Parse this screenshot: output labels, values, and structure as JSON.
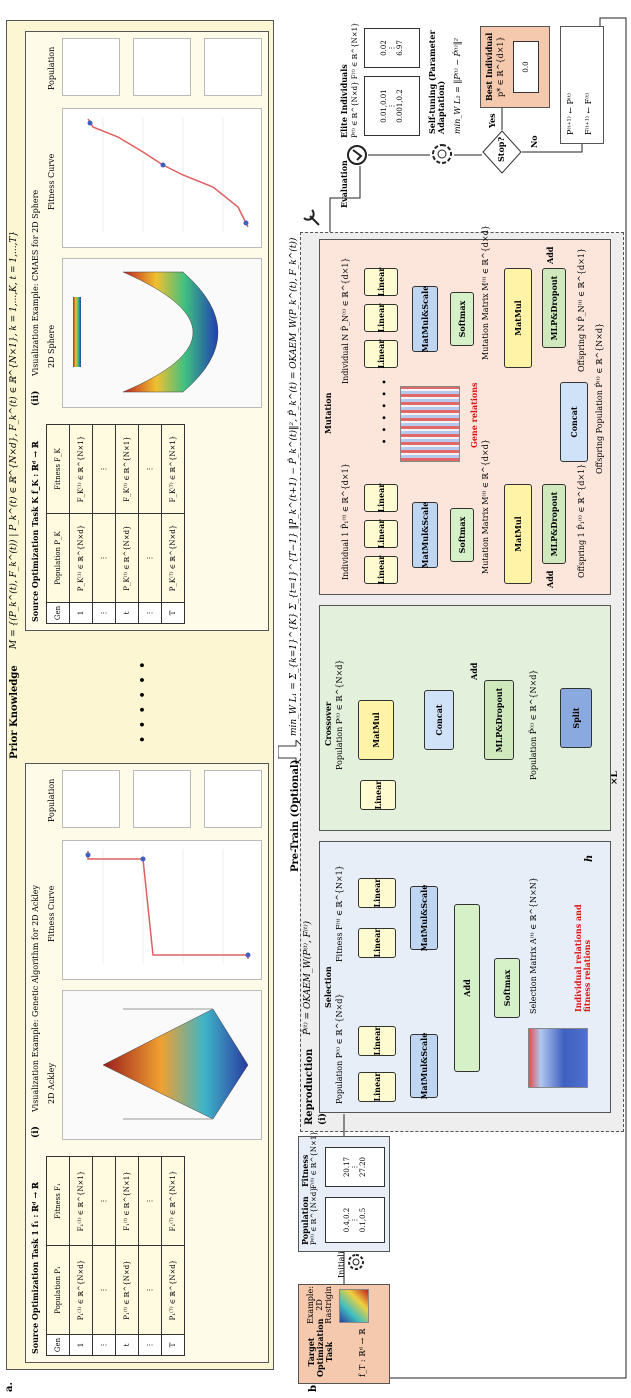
{
  "panel_labels": {
    "a": "a.",
    "b": "b."
  },
  "prior": {
    "title": "Prior Knowledge",
    "formula": "M = {(P_k^(t), F_k^(t)) | P_k^(t) ∈ ℝ^{N×d}, F_k^(t) ∈ ℝ^{N×1}, k = 1,...,K, t = 1,...,T}",
    "task1": {
      "title": "Source Optimization Task 1 f₁ : ℝᵈ → ℝ",
      "headers": [
        "Gen",
        "Population P₁",
        "Fitness F₁"
      ],
      "gens": [
        "1",
        "⋮",
        "t",
        "⋮",
        "T"
      ],
      "pop": [
        "P₁⁽¹⁾ ∈ ℝ^{N×d}",
        "⋮",
        "P₁⁽ᵗ⁾ ∈ ℝ^{N×d}",
        "⋮",
        "P₁⁽ᵀ⁾ ∈ ℝ^{N×d}"
      ],
      "fit": [
        "F₁⁽¹⁾ ∈ ℝ^{N×1}",
        "⋮",
        "F₁⁽ᵗ⁾ ∈ ℝ^{N×1}",
        "⋮",
        "F₁⁽ᵀ⁾ ∈ ℝ^{N×1}"
      ],
      "vis_num": "(i)",
      "vis_title": "Visualization Example: Genetic Algorithm for 2D Ackley",
      "func_label": "2D Ackley",
      "curve_label": "Fitness Curve",
      "pop_label": "Population"
    },
    "dots": "• • • • • •",
    "taskK": {
      "title": "Source Optimization Task K f_K : ℝᵈ → ℝ",
      "headers": [
        "Gen",
        "Population P_K",
        "Fitness F_K"
      ],
      "gens": [
        "1",
        "⋮",
        "t",
        "⋮",
        "T"
      ],
      "pop": [
        "P_K⁽¹⁾ ∈ ℝ^{N×d}",
        "⋮",
        "P_K⁽ᵗ⁾ ∈ ℝ^{N×d}",
        "⋮",
        "P_K⁽ᵀ⁾ ∈ ℝ^{N×d}"
      ],
      "fit": [
        "F_K⁽¹⁾ ∈ ℝ^{N×1}",
        "⋮",
        "F_K⁽ᵗ⁾ ∈ ℝ^{N×1}",
        "⋮",
        "F_K⁽ᵀ⁾ ∈ ℝ^{N×1}"
      ],
      "vis_num": "(ii)",
      "vis_title": "Visualization Example: CMAES for 2D Sphere",
      "func_label": "2D Sphere",
      "curve_label": "Fitness Curve",
      "pop_label": "Population"
    }
  },
  "pretrain": {
    "title": "Pre-Train (Optional)",
    "loss": "min_W L₁ = Σ_{k=1}^{K} Σ_{t=1}^{T−1} ‖P_k^(t+1) − P̂_k^(t)‖²,  P̂_k^(t) = OKAEM_W(P_k^(t), F_k^(t))"
  },
  "target": {
    "title": "Target Optimization Task",
    "func": "f_T : ℝᵈ → ℝ",
    "example": "Example: 2D Rastrigin",
    "init": "Initialization",
    "pop_title": "Population",
    "pop_dim": "P⁽⁰⁾ ∈ ℝ^{N×d}",
    "pop_rows": [
      "0.4,0.2",
      "⋮",
      "0.1,0.5"
    ],
    "fit_title": "Fitness",
    "fit_dim": "F⁽⁰⁾ ∈ ℝ^{N×1}",
    "fit_rows": [
      "20.17",
      "⋮",
      "27.20"
    ]
  },
  "reproduction": {
    "title": "Reproduction",
    "formula": "P̂⁽ᵗ⁾ = OKAEM_W(P⁽ᵗ⁾, F⁽ᵗ⁾)",
    "i_label": "(i)",
    "times_L": "×L",
    "h_label": "h"
  },
  "selection": {
    "title": "Selection",
    "pop_in": "Population P⁽ᵗ⁾ ∈ ℝ^{N×d}",
    "fit_in": "Fitness F⁽ᵗ⁾ ∈ ℝ^{N×1}",
    "linear": "Linear",
    "mms": "MatMul&Scale",
    "add": "Add",
    "softmax": "Softmax",
    "matrix": "Selection Matrix A⁽ᵗ⁾ ∈ ℝ^{N×N}",
    "relations": "Individual relations and fitness relations"
  },
  "crossover": {
    "title": "Crossover",
    "pop_in": "Population P⁽ᵗ⁾ ∈ ℝ^{N×d}",
    "linear": "Linear",
    "matmul": "MatMul",
    "concat": "Concat",
    "add": "Add",
    "mlp": "MLP&Dropout",
    "pop_out": "Population P̃⁽ᵗ⁾ ∈ ℝ^{N×d}",
    "split": "Split"
  },
  "mutation": {
    "title": "Mutation",
    "ind1": "Individual 1 P̃₁⁽ᵗ⁾ ∈ ℝ^{d×1}",
    "indN": "Individual N P̃_N⁽ᵗ⁾ ∈ ℝ^{d×1}",
    "linear": "Linear",
    "mms": "MatMul&Scale",
    "softmax": "Softmax",
    "matrix1": "Mutation Matrix M⁽ᵗ⁾ ∈ ℝ^{d×d}",
    "matrixN": "Mutation Matrix M⁽ᵗ⁾ ∈ ℝ^{d×d}",
    "matmul": "MatMul",
    "add": "Add",
    "mlp": "MLP&Dropout",
    "off1": "Offspring 1 P̂₁⁽ᵗ⁾ ∈ ℝ^{d×1}",
    "offN": "Offspring N P̂_N⁽ᵗ⁾ ∈ ℝ^{d×1}",
    "dots": "• • • • • •",
    "gene": "Gene relations",
    "concat": "Concat",
    "off_pop": "Offspring Population P̂⁽ᵗ⁾ ∈ ℝ^{N×d}"
  },
  "evaluation": {
    "title": "Evaluation",
    "elite_title": "Elite Individuals",
    "elite_dims": "P⁽ᵗ⁾ ∈ ℝ^{N×d}  F⁽ᵗ⁾ ∈ ℝ^{N×1}",
    "elite_pop": [
      "0.01,0.01",
      "⋮",
      "0.001,0.2"
    ],
    "elite_fit": [
      "0.02",
      "⋮",
      "6.97"
    ],
    "tune_title": "Self-tuning (Parameter Adaptation)",
    "tune_loss": "min_W L₂ = ‖P⁽ᵗ⁾ − P̂⁽ᵗ⁾‖²",
    "stop": "Stop?",
    "yes": "Yes",
    "no": "No",
    "best_title": "Best Individual",
    "best_dim": "p* ∈ ℝ^{d×1}",
    "best_val": "0.0",
    "update1": "P⁽ᵗ⁺¹⁾ ← P⁽ᵗ⁾",
    "update2": "F⁽ᵗ⁺¹⁾ ← F⁽ᵗ⁾"
  },
  "colors": {
    "prior_bg": "#fdf6d3",
    "selection_bg": "#e7eef8",
    "crossover_bg": "#e3f1dc",
    "mutation_bg": "#fce6dc",
    "target_bg": "#f5c9ad",
    "best_bg": "#f5c9ad",
    "pop_box_bg": "#e8eef8",
    "red_text": "#e01010"
  }
}
